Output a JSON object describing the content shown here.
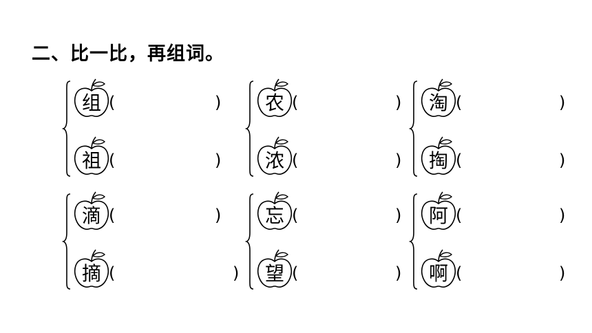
{
  "title": "二、比一比，再组词。",
  "groups": [
    {
      "top": "组",
      "bottom": "祖"
    },
    {
      "top": "农",
      "bottom": "浓"
    },
    {
      "top": "淘",
      "bottom": "掏"
    },
    {
      "top": "滴",
      "bottom": "摘"
    },
    {
      "top": "忘",
      "bottom": "望"
    },
    {
      "top": "阿",
      "bottom": "啊"
    }
  ],
  "paren_open": "(",
  "paren_close": ")"
}
